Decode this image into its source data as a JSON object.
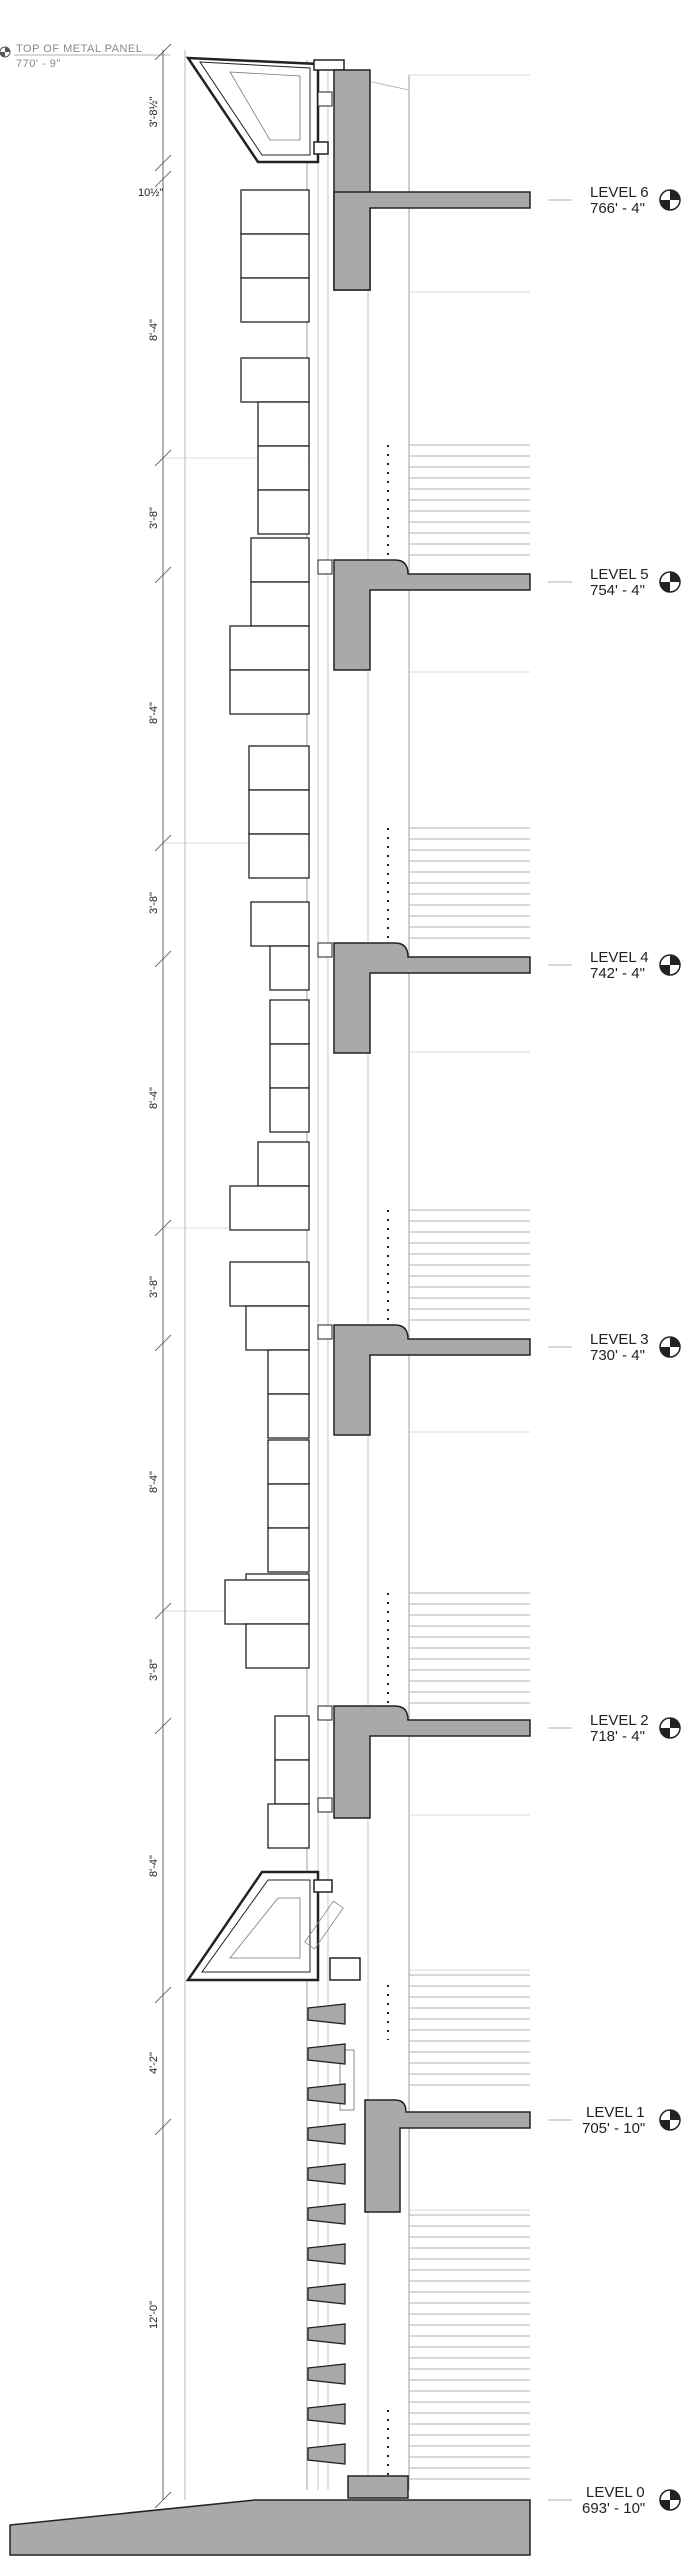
{
  "panel_label": {
    "title": "TOP OF METAL PANEL",
    "elevation": "770' - 9\""
  },
  "levels": [
    {
      "name": "LEVEL 6",
      "elevation": "766' - 4\""
    },
    {
      "name": "LEVEL 5",
      "elevation": "754' - 4\""
    },
    {
      "name": "LEVEL 4",
      "elevation": "742' - 4\""
    },
    {
      "name": "LEVEL 3",
      "elevation": "730' - 4\""
    },
    {
      "name": "LEVEL 2",
      "elevation": "718' - 4\""
    },
    {
      "name": "LEVEL 1",
      "elevation": "705' - 10\""
    },
    {
      "name": "LEVEL 0",
      "elevation": "693' - 10\""
    }
  ],
  "dimensions": [
    {
      "text": "3'-8½\""
    },
    {
      "text": "10½\""
    },
    {
      "text": "8'-4\""
    },
    {
      "text": "3'-8\""
    },
    {
      "text": "8'-4\""
    },
    {
      "text": "3'-8\""
    },
    {
      "text": "8'-4\""
    },
    {
      "text": "3'-8\""
    },
    {
      "text": "8'-4\""
    },
    {
      "text": "3'-8\""
    },
    {
      "text": "8'-4\""
    },
    {
      "text": "4'-2\""
    },
    {
      "text": "12'-0\""
    }
  ],
  "colors": {
    "concrete": "#a9a9a9",
    "line": "#222222",
    "light_line": "#9a9a9a"
  }
}
